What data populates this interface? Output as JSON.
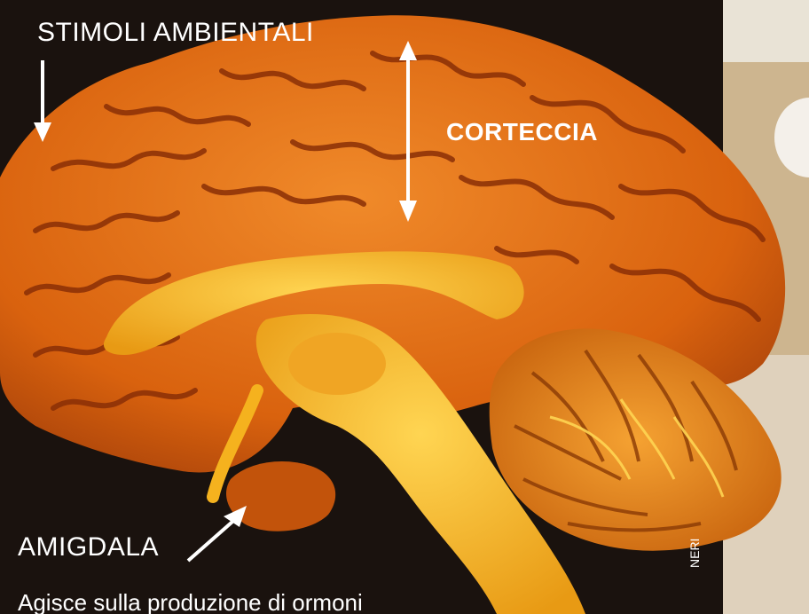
{
  "labels": {
    "stimoli": "STIMOLI AMBIENTALI",
    "corteccia": "CORTECCIA",
    "amigdala": "AMIGDALA"
  },
  "caption": "Agisce sulla produzione di ormoni",
  "credit": "NERI",
  "colors": {
    "background": "#1a120e",
    "cortex": "#d9620e",
    "white_matter": "#f5b21e",
    "cerebellum": "#e8871b",
    "label_text": "#ffffff"
  }
}
